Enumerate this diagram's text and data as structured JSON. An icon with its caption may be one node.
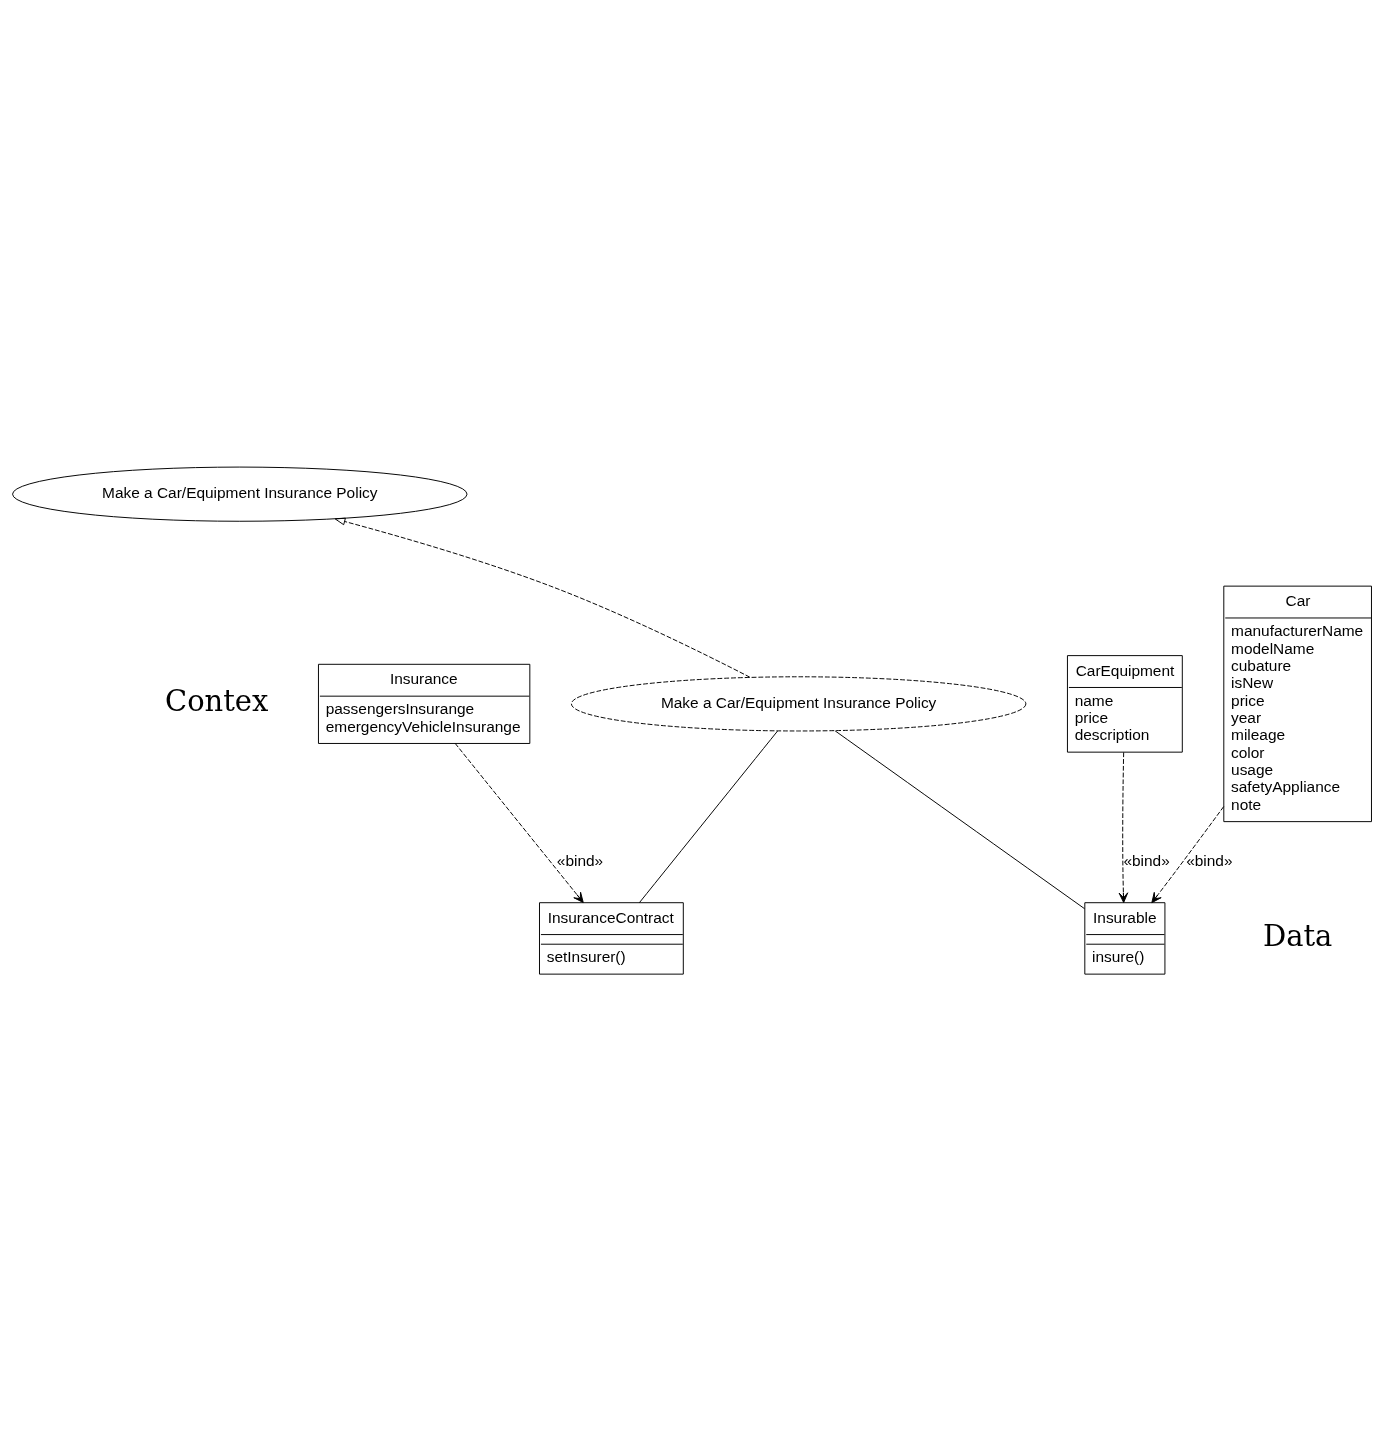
{
  "diagram": {
    "nodes": [
      {
        "text": [
          "Make a Car/Equipment Insurance Policy"
        ]
      },
      {
        "text": [
          "Make a Car/Equipment Insurance Policy"
        ]
      },
      {
        "text": [
          "InsuranceContract",
          "setInsurer()"
        ]
      },
      {
        "text": [
          "Insurable",
          "insure()"
        ]
      },
      {
        "text": [
          "Insurance",
          "passengersInsurange",
          "emergencyVehicleInsurange"
        ]
      },
      {
        "text": [
          "Car",
          "manufacturerName",
          "modelName",
          "cubature",
          "isNew",
          "price",
          "year",
          "mileage",
          "color",
          "usage",
          "safetyAppliance",
          "note"
        ]
      },
      {
        "text": [
          "CarEquipment",
          "name",
          "price",
          "description"
        ]
      }
    ],
    "edges": [
      {
        "from": 1,
        "to": 0,
        "arrow": "to",
        "style": "dashed"
      },
      {
        "from": 1,
        "to": 2,
        "arrow": "none"
      },
      {
        "from": 1,
        "to": 3,
        "arrow": "none"
      },
      {
        "from": 4,
        "to": 2,
        "arrow": "to",
        "style": "dashed",
        "label": "«bind»"
      },
      {
        "from": 5,
        "to": 3,
        "arrow": "to",
        "style": "dashed",
        "label": "«bind»"
      },
      {
        "from": 6,
        "to": 3,
        "arrow": "to",
        "style": "dashed",
        "label": "«bind»"
      }
    ],
    "labels": [
      "Contex",
      "Data"
    ]
  }
}
